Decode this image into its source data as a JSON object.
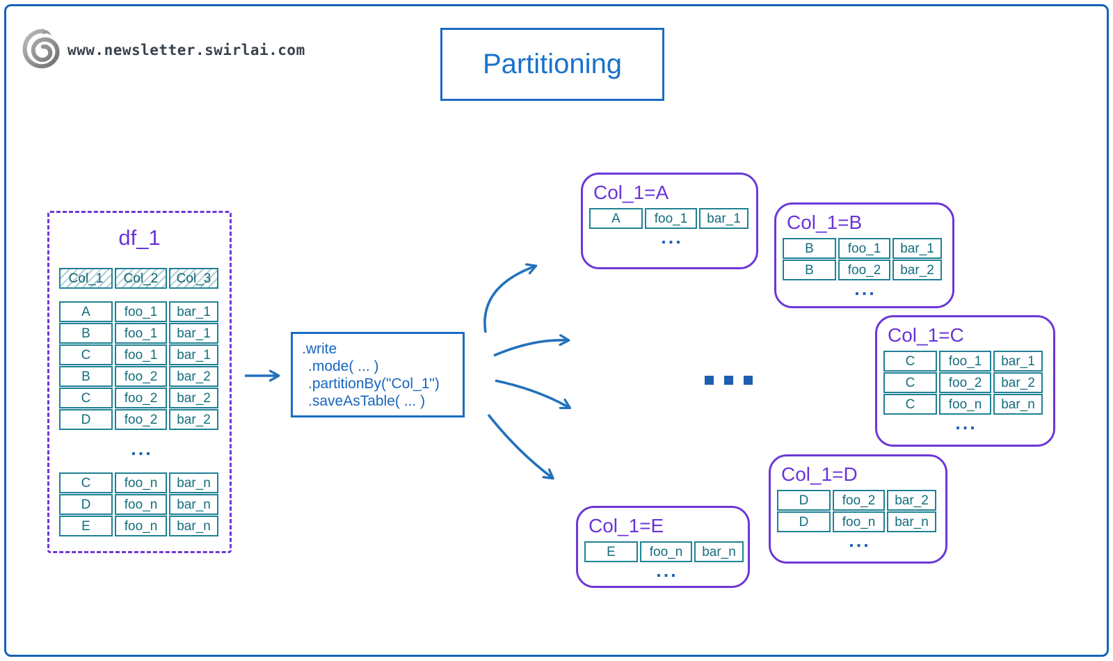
{
  "header": {
    "site_url": "www.newsletter.swirlai.com",
    "logo": "swirl-logo",
    "title": "Partitioning"
  },
  "colors": {
    "blue": "#1a6cc2",
    "purple": "#6b38d6",
    "teal": "#1e8193",
    "arrow_blue": "#2271bb",
    "dot_blue": "#1d5fae"
  },
  "df1": {
    "label": "df_1",
    "header_rows": [
      [
        "Col_1",
        "Col_2",
        "Col_3"
      ]
    ],
    "rows_top": [
      [
        "A",
        "foo_1",
        "bar_1"
      ],
      [
        "B",
        "foo_1",
        "bar_1"
      ],
      [
        "C",
        "foo_1",
        "bar_1"
      ],
      [
        "B",
        "foo_2",
        "bar_2"
      ],
      [
        "C",
        "foo_2",
        "bar_2"
      ],
      [
        "D",
        "foo_2",
        "bar_2"
      ]
    ],
    "ellipsis": "...",
    "rows_bottom": [
      [
        "C",
        "foo_n",
        "bar_n"
      ],
      [
        "D",
        "foo_n",
        "bar_n"
      ],
      [
        "E",
        "foo_n",
        "bar_n"
      ]
    ]
  },
  "code_box": {
    "lines": [
      ".write",
      ".mode( ... )",
      ".partitionBy(\"Col_1\")",
      ".saveAsTable( ... )"
    ]
  },
  "middle_ellipsis": "...",
  "partitions": [
    {
      "label": "Col_1=A",
      "rows": [
        [
          "A",
          "foo_1",
          "bar_1"
        ]
      ],
      "ellipsis": "..."
    },
    {
      "label": "Col_1=B",
      "rows": [
        [
          "B",
          "foo_1",
          "bar_1"
        ],
        [
          "B",
          "foo_2",
          "bar_2"
        ]
      ],
      "ellipsis": "..."
    },
    {
      "label": "Col_1=C",
      "rows": [
        [
          "C",
          "foo_1",
          "bar_1"
        ],
        [
          "C",
          "foo_2",
          "bar_2"
        ],
        [
          "C",
          "foo_n",
          "bar_n"
        ]
      ],
      "ellipsis": "..."
    },
    {
      "label": "Col_1=D",
      "rows": [
        [
          "D",
          "foo_2",
          "bar_2"
        ],
        [
          "D",
          "foo_n",
          "bar_n"
        ]
      ],
      "ellipsis": "..."
    },
    {
      "label": "Col_1=E",
      "rows": [
        [
          "E",
          "foo_n",
          "bar_n"
        ]
      ],
      "ellipsis": "..."
    }
  ]
}
